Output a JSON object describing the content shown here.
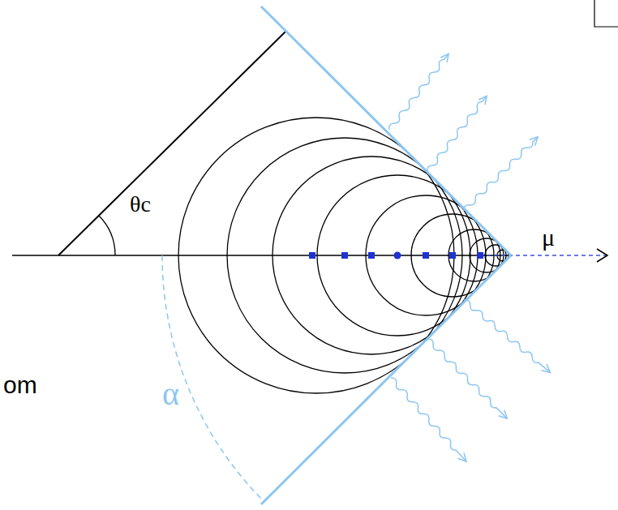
{
  "diagram": {
    "labels": [
      "θc",
      "μ",
      "α",
      "om"
    ]
  }
}
